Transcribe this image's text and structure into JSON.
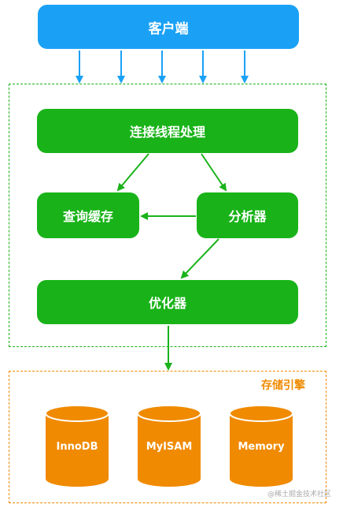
{
  "client": {
    "label": "客户端"
  },
  "server": {
    "connection_label": "连接线程处理",
    "cache_label": "查询缓存",
    "parser_label": "分析器",
    "optimizer_label": "优化器"
  },
  "storage": {
    "title": "存储引擎",
    "engines": [
      {
        "label": "InnoDB"
      },
      {
        "label": "MyISAM"
      },
      {
        "label": "Memory"
      }
    ]
  },
  "colors": {
    "client_blue": "#1aa1f5",
    "server_green": "#19b319",
    "storage_orange": "#f08a00"
  },
  "watermark": "@稀土掘金技术社区"
}
